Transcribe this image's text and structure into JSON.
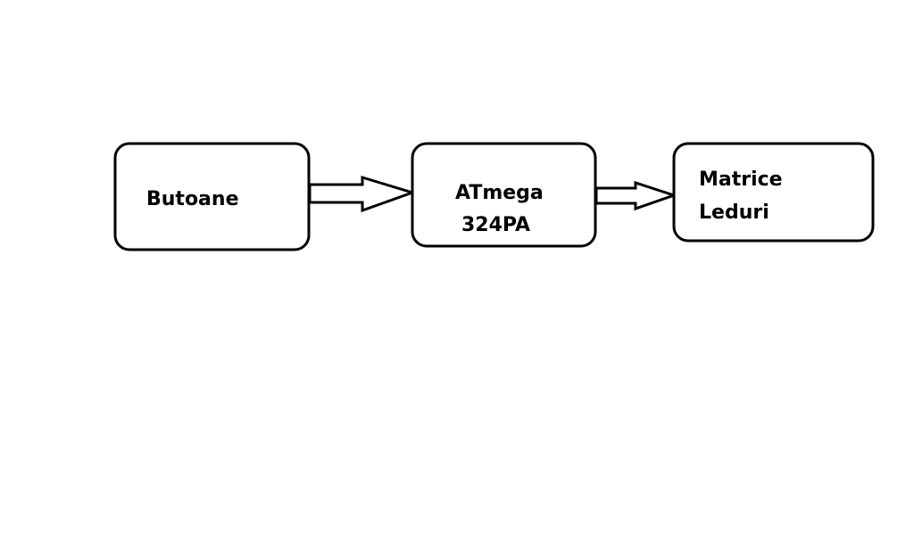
{
  "diagram": {
    "nodes": [
      {
        "id": "butoane",
        "lines": [
          "Butoane"
        ]
      },
      {
        "id": "atmega",
        "lines": [
          "ATmega",
          "324PA"
        ]
      },
      {
        "id": "matrice",
        "lines": [
          "Matrice",
          "Leduri"
        ]
      }
    ],
    "edges": [
      {
        "from": "butoane",
        "to": "atmega"
      },
      {
        "from": "atmega",
        "to": "matrice"
      }
    ],
    "colors": {
      "background": "#ffffff",
      "stroke": "#000000",
      "text": "#000000"
    }
  }
}
